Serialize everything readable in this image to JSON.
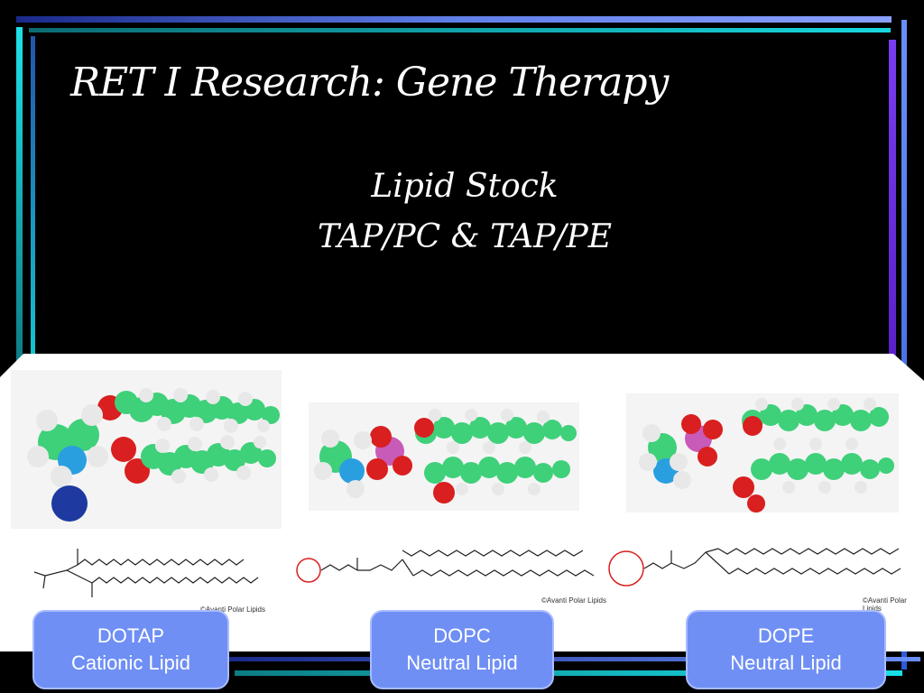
{
  "slide": {
    "title": "RET I Research: Gene Therapy",
    "subtitle_line1": "Lipid Stock",
    "subtitle_line2": "TAP/PC & TAP/PE"
  },
  "lipids": [
    {
      "name": "DOTAP",
      "type": "Cationic Lipid",
      "copyright": "©Avanti Polar Lipids"
    },
    {
      "name": "DOPC",
      "type": "Neutral Lipid",
      "copyright": "©Avanti Polar Lipids"
    },
    {
      "name": "DOPE",
      "type": "Neutral Lipid",
      "copyright": "©Avanti Polar Lipids"
    }
  ],
  "colors": {
    "carbon": "#3fd07a",
    "hydrogen": "#e8e8e8",
    "oxygen": "#d91f1f",
    "nitrogen": "#2a9fe0",
    "phosphorus": "#c85ab8",
    "chloride": "#1e3aa0",
    "label_fill": "#6f8ff5"
  }
}
